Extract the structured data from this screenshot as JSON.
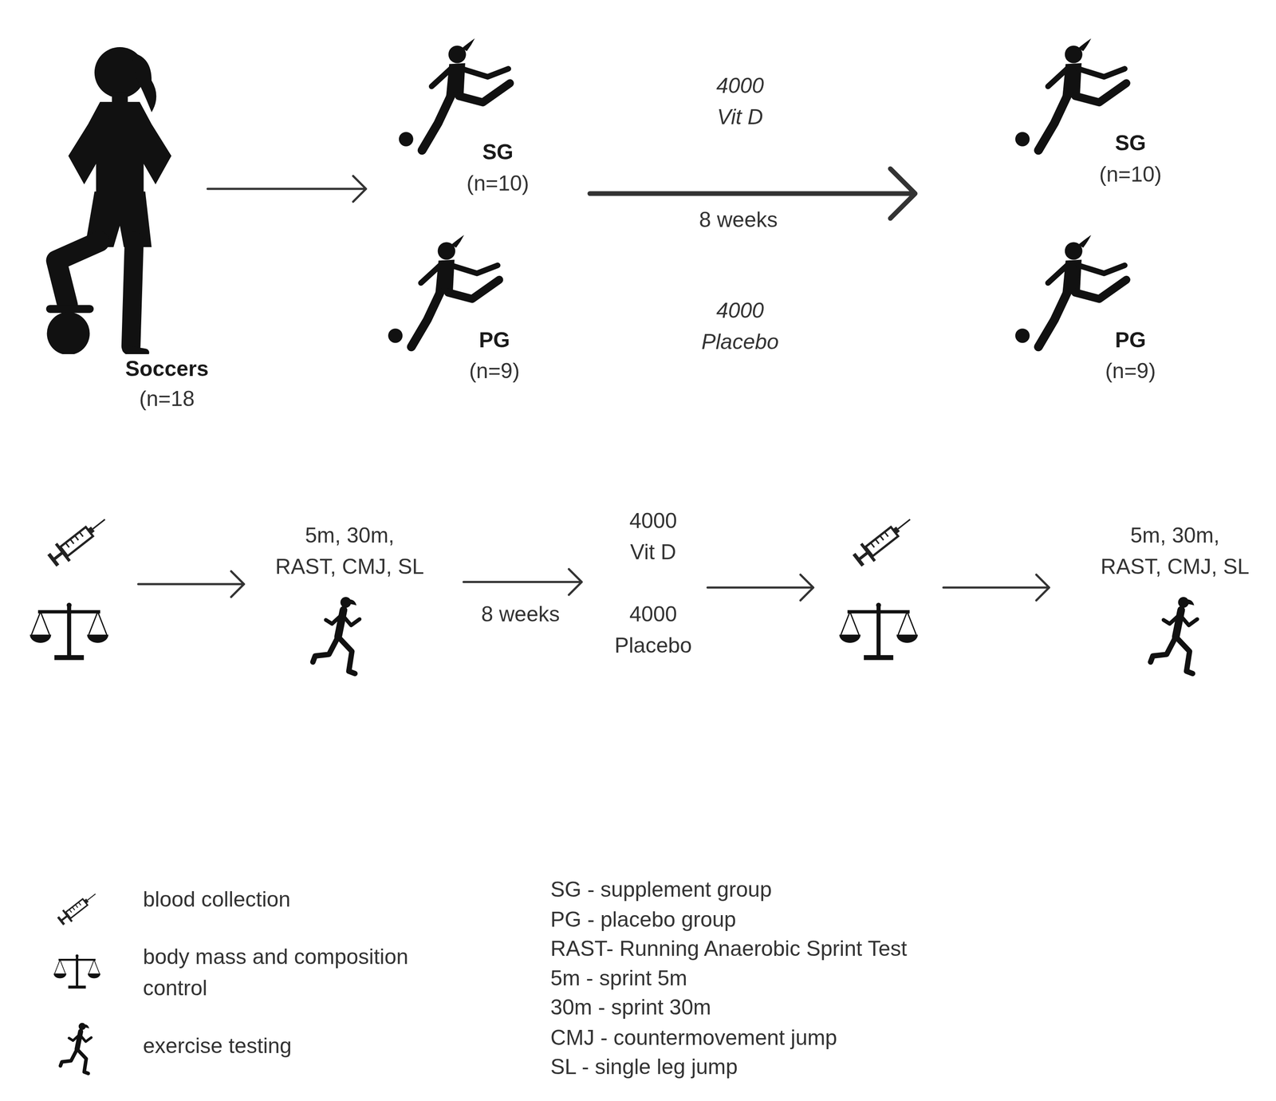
{
  "diagram": {
    "labels": [
      "Soccers",
      "(n=18",
      "SG",
      "(n=10)",
      "PG",
      "(n=9)",
      "4000 Vit D",
      "8 weeks",
      "4000 Placebo",
      "SG",
      "(n=10)",
      "PG",
      "(n=9)",
      "5m, 30m, RAST, CMJ, SL",
      "8 weeks",
      "4000 Vit D",
      "4000 Placebo",
      "5m, 30m, RAST, CMJ, SL",
      "SG - supplement group",
      "PG - placebo group",
      "RAST- Running Anaerobic Sprint Test",
      "5m - sprint 5m",
      "30m - sprint 30m",
      "CMJ - countermovement jump",
      "SL - single leg jump"
    ],
    "legend": [
      {
        "text": "blood collection"
      },
      {
        "text": "body mass and composition control"
      },
      {
        "text": "exercise testing"
      }
    ]
  }
}
